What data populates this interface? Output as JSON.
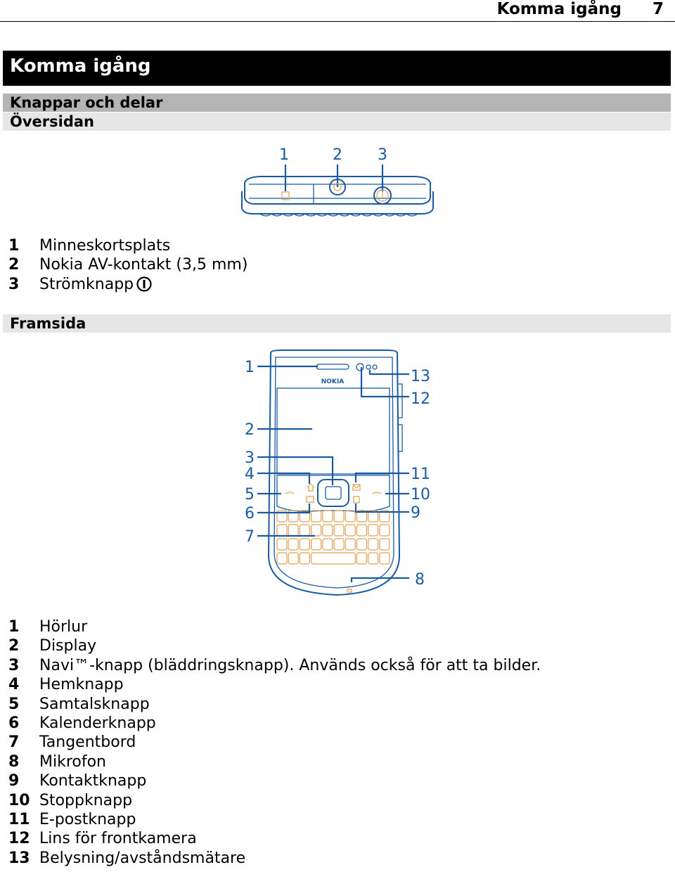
{
  "header": {
    "section": "Komma igång",
    "page_number": "7"
  },
  "chapter_title": "Komma igång",
  "section_title": "Knappar och delar",
  "top_side": {
    "title": "Översidan",
    "callouts": [
      "1",
      "2",
      "3"
    ],
    "items": [
      {
        "num": "1",
        "text": "Minneskortsplats"
      },
      {
        "num": "2",
        "text": "Nokia AV-kontakt (3,5 mm)"
      },
      {
        "num": "3",
        "text": "Strömknapp",
        "icon": "power-icon"
      }
    ]
  },
  "front_side": {
    "title": "Framsida",
    "logo": "NOKIA",
    "callouts": [
      "1",
      "2",
      "3",
      "4",
      "5",
      "6",
      "7",
      "8",
      "9",
      "10",
      "11",
      "12",
      "13"
    ],
    "items": [
      {
        "num": "1",
        "text": "Hörlur"
      },
      {
        "num": "2",
        "text": "Display"
      },
      {
        "num": "3",
        "text": "Navi™-knapp (bläddringsknapp). Används också för att ta bilder."
      },
      {
        "num": "4",
        "text": "Hemknapp"
      },
      {
        "num": "5",
        "text": "Samtalsknapp"
      },
      {
        "num": "6",
        "text": "Kalenderknapp"
      },
      {
        "num": "7",
        "text": "Tangentbord"
      },
      {
        "num": "8",
        "text": "Mikrofon"
      },
      {
        "num": "9",
        "text": "Kontaktknapp"
      },
      {
        "num": "10",
        "text": "Stoppknapp"
      },
      {
        "num": "11",
        "text": "E-postknapp"
      },
      {
        "num": "12",
        "text": "Lins för frontkamera"
      },
      {
        "num": "13",
        "text": "Belysning/avståndsmätare"
      }
    ]
  },
  "colors": {
    "diagram_blue": "#1a5aa0",
    "key_orange": "#e0a050",
    "section_gray": "#b4b4b4",
    "subsection_gray": "#e6e6e6"
  }
}
